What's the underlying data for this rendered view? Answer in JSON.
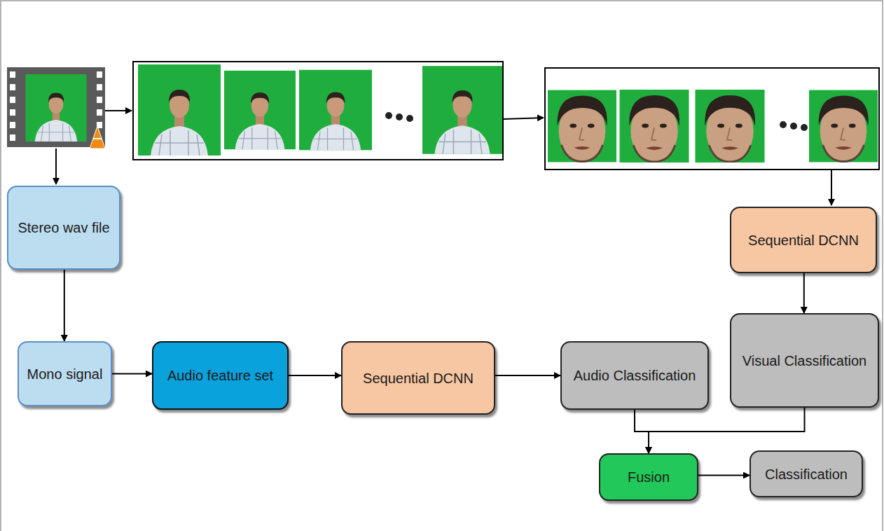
{
  "diagram": {
    "nodes": [
      {
        "text": [
          "Stereo wav file"
        ]
      },
      {
        "text": [
          "Sequential DCNN"
        ]
      },
      {
        "text": [
          "Mono signal"
        ]
      },
      {
        "text": [
          "Audio feature set"
        ]
      },
      {
        "text": [
          "Sequential DCNN"
        ]
      },
      {
        "text": [
          "Audio Classification"
        ]
      },
      {
        "text": [
          "Visual Classification"
        ]
      },
      {
        "text": [
          "Fusion"
        ]
      },
      {
        "text": [
          "Classification"
        ]
      }
    ],
    "edges": [
      {
        "from": 0,
        "to": 2,
        "arrow": "to"
      },
      {
        "from": 2,
        "to": 3,
        "arrow": "to"
      },
      {
        "from": 3,
        "to": 4,
        "arrow": "to"
      },
      {
        "from": 4,
        "to": 5,
        "arrow": "to"
      },
      {
        "from": 1,
        "to": 6,
        "arrow": "to"
      },
      {
        "from": 5,
        "to": 7,
        "arrow": "to"
      },
      {
        "from": 6,
        "to": 7,
        "arrow": "to"
      },
      {
        "from": 7,
        "to": 8,
        "arrow": "to"
      }
    ]
  }
}
